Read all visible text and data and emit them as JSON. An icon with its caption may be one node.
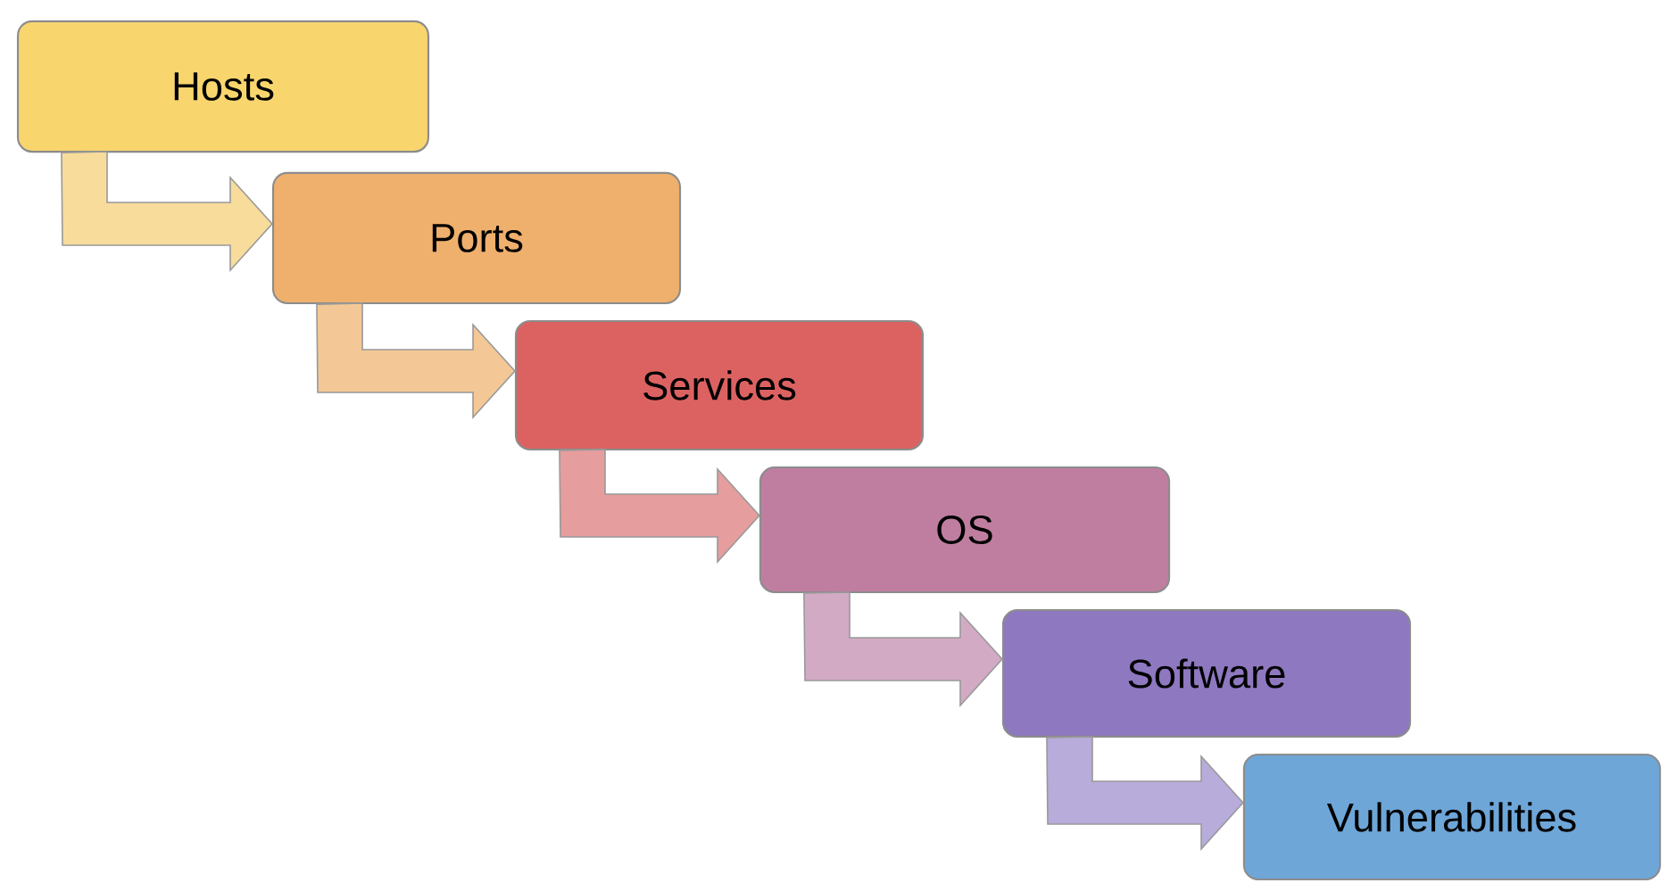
{
  "diagram": {
    "nodes": [
      {
        "text": [
          "Hosts"
        ]
      },
      {
        "text": [
          "Ports"
        ]
      },
      {
        "text": [
          "Services"
        ]
      },
      {
        "text": [
          "OS"
        ]
      },
      {
        "text": [
          "Software"
        ]
      },
      {
        "text": [
          "Vulnerabilities"
        ]
      }
    ],
    "edges": [
      {
        "from": 0,
        "to": 1,
        "arrow": "to",
        "color": "#f8dc9c"
      },
      {
        "from": 1,
        "to": 2,
        "arrow": "to",
        "color": "#f3c896"
      },
      {
        "from": 2,
        "to": 3,
        "arrow": "to",
        "color": "#e69d9d"
      },
      {
        "from": 3,
        "to": 4,
        "arrow": "to",
        "color": "#d3aac4"
      },
      {
        "from": 4,
        "to": 5,
        "arrow": "to",
        "color": "#b8acdb"
      }
    ]
  }
}
